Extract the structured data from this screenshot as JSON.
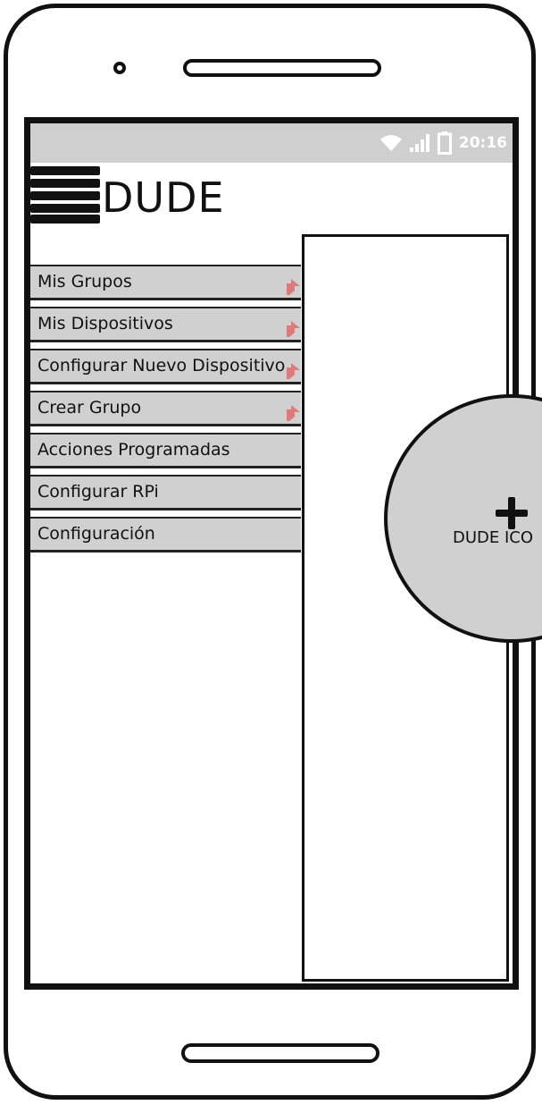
{
  "status_bar": {
    "time": "20:16",
    "icons": [
      "wifi-icon",
      "signal-icon",
      "battery-icon"
    ]
  },
  "header": {
    "title": "DUDE",
    "menu_icon": "hamburger-icon"
  },
  "menu": {
    "items": [
      {
        "label": "Mis Grupos",
        "link_icon": true
      },
      {
        "label": "Mis Dispositivos",
        "link_icon": true
      },
      {
        "label": "Configurar Nuevo Dispositivo",
        "link_icon": true
      },
      {
        "label": "Crear Grupo",
        "link_icon": true
      },
      {
        "label": "Acciones Programadas",
        "link_icon": false
      },
      {
        "label": "Configurar RPi",
        "link_icon": false
      },
      {
        "label": "Configuración",
        "link_icon": false
      }
    ]
  },
  "fab": {
    "label": "DUDE ICO",
    "icon": "plus-icon"
  },
  "colors": {
    "bar_gray": "#cfcfcf",
    "item_gray": "#d0d0d0",
    "link_accent": "#e07a7a",
    "ink": "#111111"
  }
}
